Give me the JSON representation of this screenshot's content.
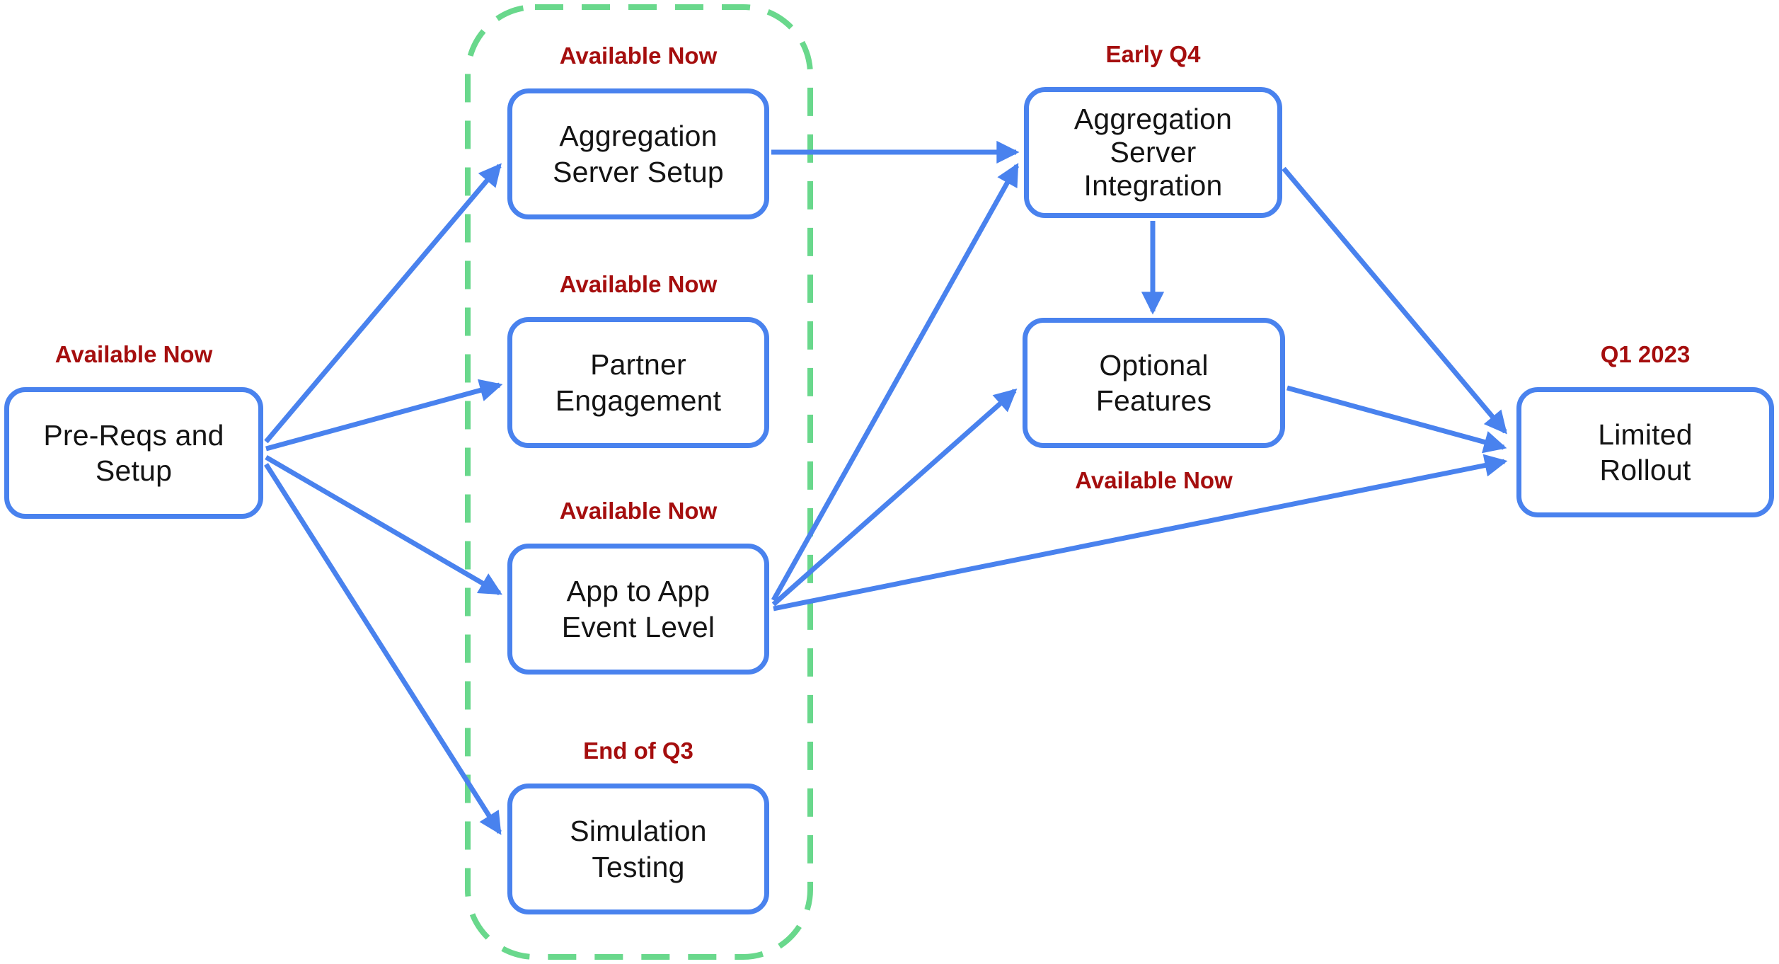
{
  "diagram": {
    "type": "flowchart-roadmap",
    "nodes": [
      {
        "id": "pre-reqs-setup",
        "label": "Pre-Reqs and\nSetup",
        "status": "Available Now",
        "status_position": "above"
      },
      {
        "id": "aggregation-server-setup",
        "label": "Aggregation\nServer Setup",
        "status": "Available Now",
        "status_position": "above",
        "group": "available-now-group"
      },
      {
        "id": "partner-engagement",
        "label": "Partner\nEngagement",
        "status": "Available Now",
        "status_position": "above",
        "group": "available-now-group"
      },
      {
        "id": "app-to-app-event-level",
        "label": "App to App\nEvent Level",
        "status": "Available Now",
        "status_position": "above",
        "group": "available-now-group"
      },
      {
        "id": "simulation-testing",
        "label": "Simulation\nTesting",
        "status": "End of Q3",
        "status_position": "above",
        "group": "available-now-group"
      },
      {
        "id": "aggregation-server-integration",
        "label": "Aggregation\nServer\nIntegration",
        "status": "Early Q4",
        "status_position": "above"
      },
      {
        "id": "optional-features",
        "label": "Optional\nFeatures",
        "status": "Available Now",
        "status_position": "below"
      },
      {
        "id": "limited-rollout",
        "label": "Limited\nRollout",
        "status": "Q1 2023",
        "status_position": "above"
      }
    ],
    "edges": [
      {
        "from": "pre-reqs-setup",
        "to": "aggregation-server-setup"
      },
      {
        "from": "pre-reqs-setup",
        "to": "partner-engagement"
      },
      {
        "from": "pre-reqs-setup",
        "to": "app-to-app-event-level"
      },
      {
        "from": "pre-reqs-setup",
        "to": "simulation-testing"
      },
      {
        "from": "aggregation-server-setup",
        "to": "aggregation-server-integration"
      },
      {
        "from": "app-to-app-event-level",
        "to": "aggregation-server-integration"
      },
      {
        "from": "app-to-app-event-level",
        "to": "optional-features"
      },
      {
        "from": "app-to-app-event-level",
        "to": "limited-rollout"
      },
      {
        "from": "aggregation-server-integration",
        "to": "optional-features"
      },
      {
        "from": "aggregation-server-integration",
        "to": "limited-rollout"
      },
      {
        "from": "optional-features",
        "to": "limited-rollout"
      }
    ],
    "group": {
      "id": "available-now-group",
      "border_style": "dashed",
      "contains": [
        "aggregation-server-setup",
        "partner-engagement",
        "app-to-app-event-level",
        "simulation-testing"
      ]
    },
    "colors": {
      "node_border": "#4982ee",
      "arrow": "#4982ee",
      "group_border": "#69d88c",
      "status_text": "#a50e0e",
      "node_text": "#141414",
      "background": "#ffffff"
    }
  }
}
